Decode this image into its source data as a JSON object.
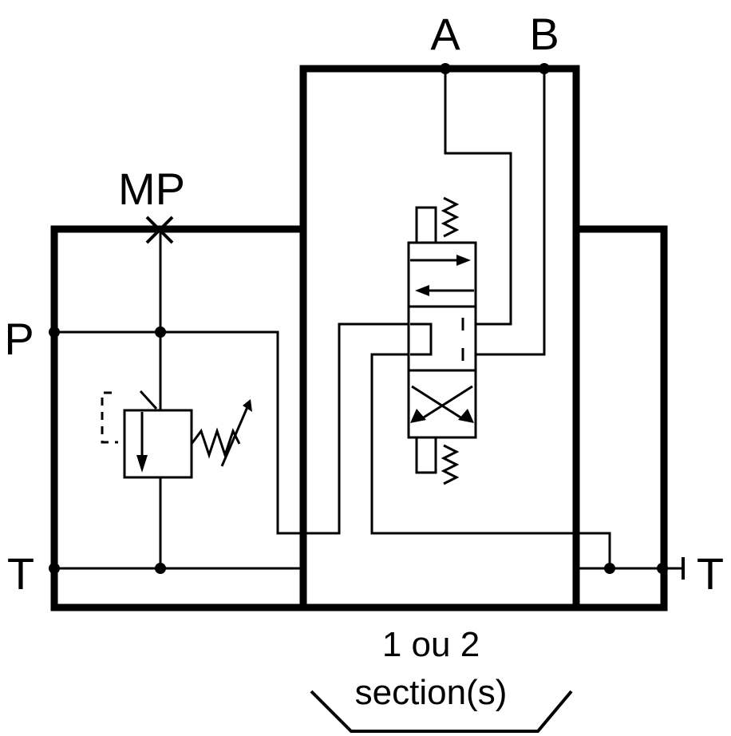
{
  "ports": {
    "A": "A",
    "B": "B",
    "MP": "MP",
    "P": "P",
    "T_left": "T",
    "T_right": "T"
  },
  "caption": {
    "line1": "1 ou 2",
    "line2": "section(s)"
  },
  "components": {
    "relief_valve": "pressure relief valve with adjustable spring",
    "directional_valve": "3-position directional valve, spring centered",
    "gauge_point": "measurement point"
  }
}
